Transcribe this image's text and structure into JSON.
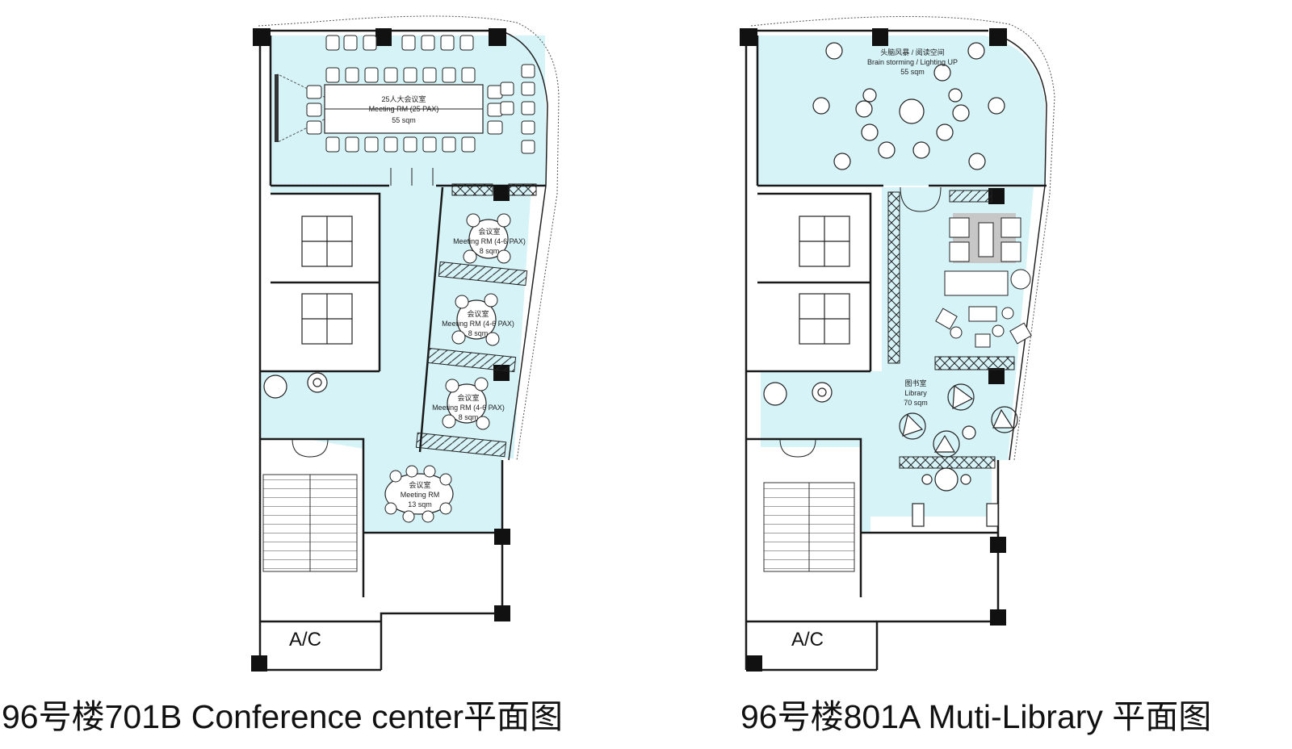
{
  "colors": {
    "room_fill": "#d6f3f7",
    "wall": "#1a1a1a",
    "column": "#111111",
    "line": "#222222"
  },
  "plans": [
    {
      "caption": "96号楼701B  Conference center平面图",
      "rooms": {
        "big_meeting": {
          "zh": "25人大会议室",
          "en": "Meeting RM (25 PAX)",
          "area": "55 sqm"
        },
        "meeting_a": {
          "zh": "会议室",
          "en": "Meeting RM (4-6 PAX)",
          "area": "8 sqm"
        },
        "meeting_b": {
          "zh": "会议室",
          "en": "Meeting RM (4-6 PAX)",
          "area": "8 sqm"
        },
        "meeting_c": {
          "zh": "会议室",
          "en": "Meeting RM (4-6 PAX)",
          "area": "8 sqm"
        },
        "meeting_d": {
          "zh": "会议室",
          "en": "Meeting RM",
          "area": "13 sqm"
        },
        "ac": "A/C"
      }
    },
    {
      "caption": "96号楼801A  Muti-Library 平面图",
      "rooms": {
        "brainstorm": {
          "zh": "头脑风暴 / 阅读空间",
          "en": "Brain storming / Lighting UP",
          "area": "55 sqm"
        },
        "library": {
          "zh": "图书室",
          "en": "Library",
          "area": "70 sqm"
        },
        "ac": "A/C"
      }
    }
  ]
}
